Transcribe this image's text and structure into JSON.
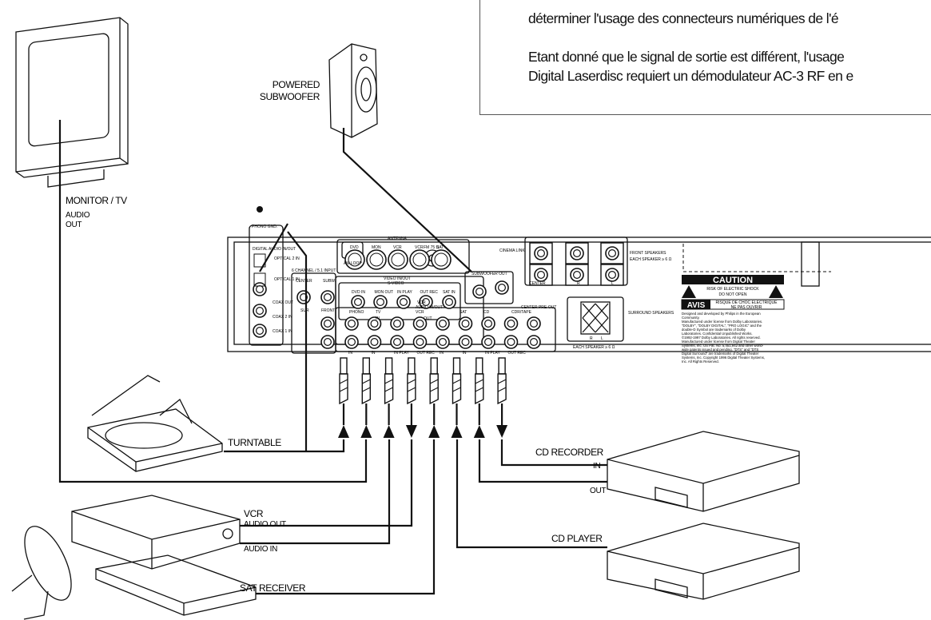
{
  "note": {
    "line1": "déterminer l'usage des connecteurs numériques de l'é",
    "line2": "Etant donné que le signal de sortie est différent, l'usage",
    "line3": "Digital Laserdisc requiert un démodulateur AC-3 RF en e"
  },
  "devices": {
    "tv": "MONITOR / TV",
    "tv_audio_out": [
      "AUDIO",
      "OUT"
    ],
    "subwoofer": [
      "POWERED",
      "SUBWOOFER"
    ],
    "turntable": "TURNTABLE",
    "cd_recorder": "CD RECORDER",
    "cd_recorder_in": "IN",
    "cd_recorder_out": "OUT",
    "cd_player": "CD PLAYER",
    "vcr": "VCR",
    "vcr_audio_out": "AUDIO OUT",
    "vcr_audio_in": "AUDIO IN",
    "sat_receiver": "SAT RECEIVER"
  },
  "panel": {
    "phono_gnd": "PHONO GND.",
    "digital_audio": "DIGITAL AUDIO IN/OUT",
    "optical2": "OPTICAL 2 IN",
    "optical1": "OPTICAL 1 IN",
    "coax_out": "COAX OUT",
    "coax2": "COAX 2 IN",
    "coax1": "COAX 1 IN",
    "antenna": "ANTENNA",
    "am_loop": "AM LOOP",
    "fm": "FM 75 Ω",
    "video_inout": "VIDEO IN/OUT",
    "svideo": "S-VIDEO",
    "svideo_jacks": [
      "DVD",
      "MON",
      "VCR",
      "VCR",
      "SAT"
    ],
    "in": "IN",
    "out": "OUT",
    "video_jacks": [
      "DVD IN",
      "MON OUT",
      "IN PLAY",
      "OUT REC",
      "SAT IN"
    ],
    "vcr": "VCR",
    "channel_input": "6 CHANNEL / 5.1 INPUT",
    "center": "CENTER",
    "subw": "SUBW.",
    "sur": "SUR",
    "front": "FRONT",
    "subwoofer_out": "SUBWOOFER OUT",
    "cinema_link": "CINEMA LINK",
    "audio_inout": "AUDIO IN/OUT",
    "audio_groups": [
      "PHONO",
      "TV",
      "VCR",
      "SAT",
      "CD",
      "CDR/TAPE"
    ],
    "audio_sub": [
      "IN",
      "IN",
      "IN PLAY",
      "OUT REC",
      "IN",
      "IN",
      "IN PLAY",
      "OUT REC"
    ],
    "center_preout": "CENTER PRE-OUT",
    "front_speakers": "FRONT SPEAKERS",
    "each_speaker": "EACH SPEAKER ≥ 6 Ω",
    "speaker_tags": [
      "CENTER",
      "R",
      "L"
    ],
    "surround_speakers": "SURROUND SPEAKERS",
    "surround_tags": [
      "R",
      "L"
    ],
    "caution": "CAUTION",
    "risk": [
      "RISK OF ELECTRIC SHOCK",
      "DO NOT OPEN"
    ],
    "avis": "AVIS",
    "risque": [
      "RISQUE DE CHOC ELECTRIQUE",
      "NE PAS OUVRIR"
    ],
    "legal": [
      "Designed and developed by Philips in the European",
      "Community.",
      "Manufactured under license from Dolby Laboratories.",
      "\"DOLBY\", \"DOLBY DIGITAL\", \"PRO LOGIC\" and the",
      "double-D Symbol are trademarks of Dolby",
      "Laboratories. Confidential Unpublished Works.",
      "©1992-1997 Dolby Laboratories. All rights reserved.",
      "Manufactured under license from Digital Theater",
      "Systems, Inc. US Pat. No. 5,451,942 and other world-",
      "wide patents issued and pending. \"DTS\" and \"DTS",
      "Digital Surround\" are trademarks of Digital Theater",
      "Systems, Inc. Copyright 1996 Digital Theater Systems,",
      "Inc. All Rights Reserved."
    ]
  },
  "cable_arrows": [
    "up",
    "up",
    "up",
    "down",
    "up",
    "up",
    "up",
    "down"
  ]
}
